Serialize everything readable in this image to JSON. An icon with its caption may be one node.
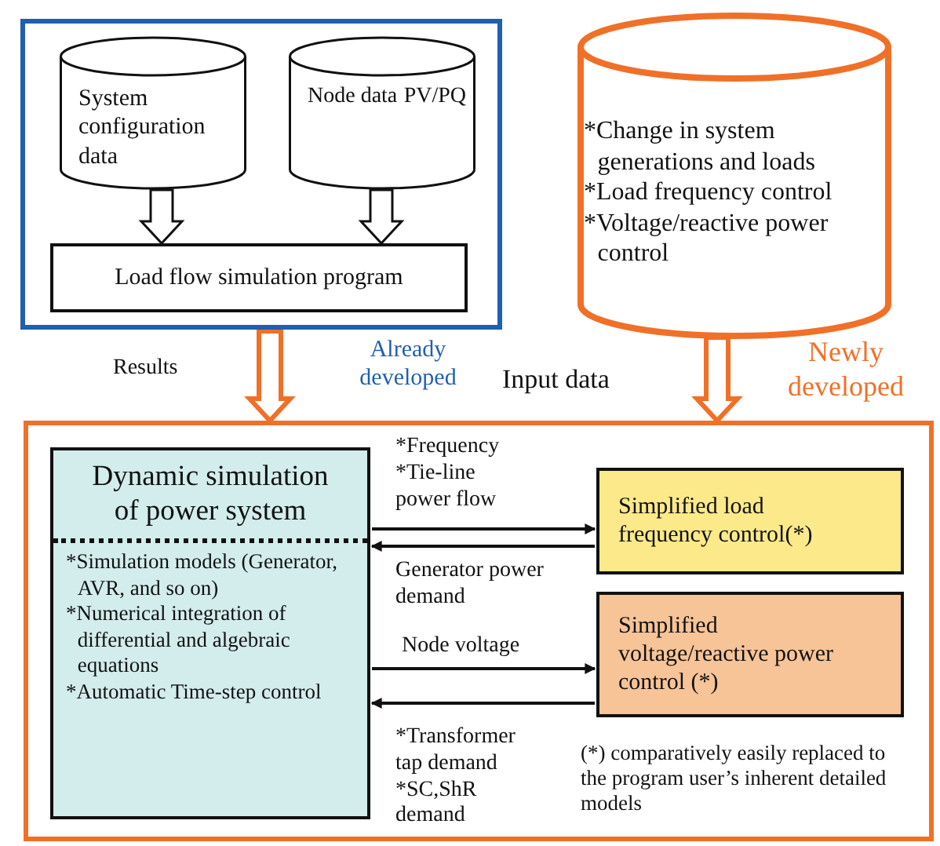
{
  "diagram": {
    "nodes": [
      {
        "text": [],
        "shape": "box",
        "beside": [
          "Already developed"
        ]
      },
      {
        "text": [
          "System configuration data"
        ],
        "in": 0
      },
      {
        "text": [
          "Node data",
          "PV/PQ"
        ],
        "in": 0
      },
      {
        "text": [
          "Load flow simulation program"
        ],
        "in": 0
      },
      {
        "text": [
          "*Change in system generations and loads",
          "*Load frequency control",
          "*Voltage/reactive power control"
        ],
        "beside": [
          "Newly developed"
        ]
      },
      {
        "text": [],
        "shape": "box"
      },
      {
        "text": [
          "Dynamic simulation of power system",
          "*Simulation models (Generator, AVR, and so on)",
          "*Numerical integration of differential and algebraic equations",
          "*Automatic Time-step control"
        ],
        "in": 5
      },
      {
        "text": [
          "Simplified load frequency control(*)"
        ],
        "in": 5
      },
      {
        "text": [
          "Simplified voltage/reactive power control (*)"
        ],
        "in": 5
      }
    ],
    "edges": [
      {
        "from": 1,
        "to": 3,
        "arrow": "to",
        "style": "thick"
      },
      {
        "from": 2,
        "to": 3,
        "arrow": "to",
        "style": "thick"
      },
      {
        "from": 0,
        "to": 5,
        "arrow": "to",
        "style": "thick",
        "color": "#f07028",
        "label": "Results"
      },
      {
        "from": 4,
        "to": 5,
        "arrow": "to",
        "style": "thick",
        "color": "#f07028",
        "label": "Input data"
      },
      {
        "from": 6,
        "to": 7,
        "arrow": "to",
        "label": "*Frequency *Tie-line power flow"
      },
      {
        "from": 7,
        "to": 6,
        "arrow": "to",
        "label": "Generator power demand"
      },
      {
        "from": 6,
        "to": 8,
        "arrow": "to",
        "label": "Node voltage"
      },
      {
        "from": 8,
        "to": 6,
        "arrow": "to",
        "label": "*Transformer tap demand *SC,ShR demand"
      }
    ],
    "labels": [
      "(*) comparatively easily replaced to the program user’s inherent detailed models"
    ]
  }
}
